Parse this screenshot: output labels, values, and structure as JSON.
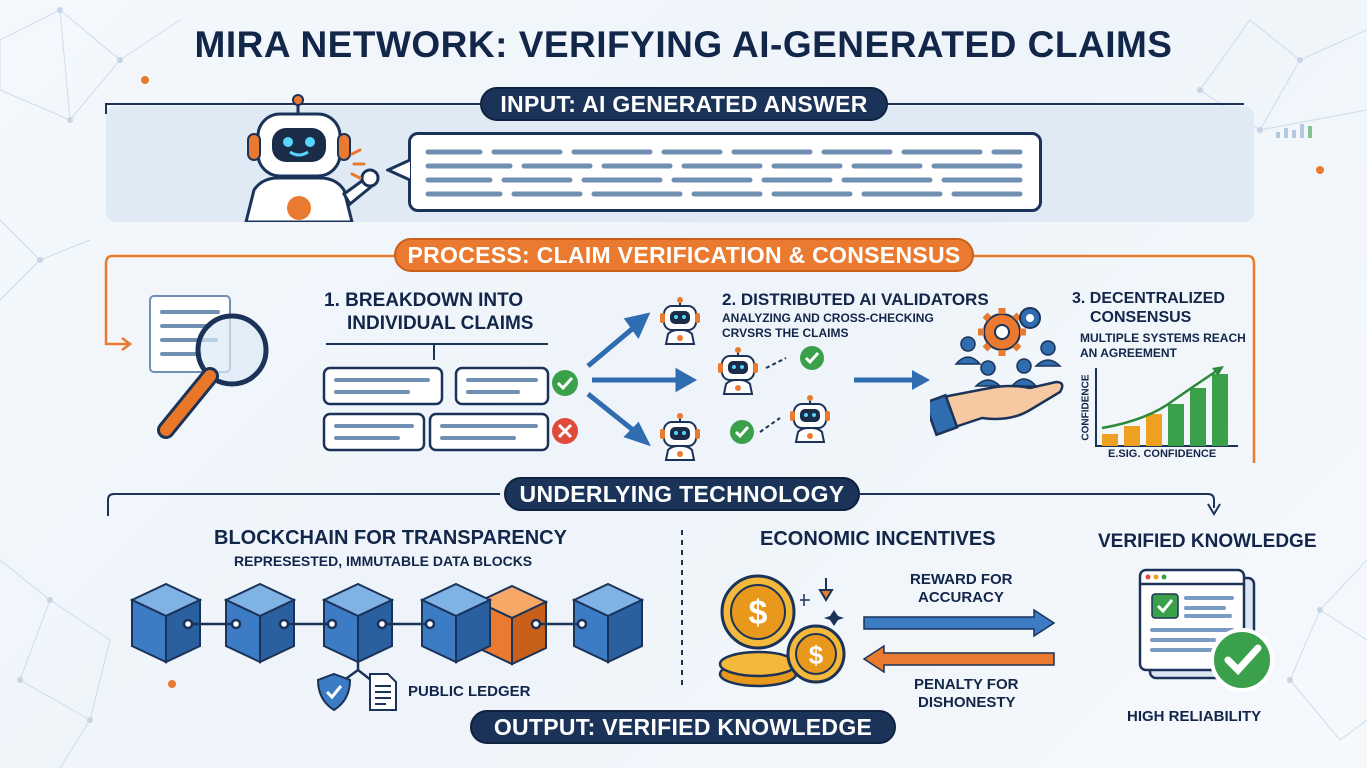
{
  "title": "MIRA NETWORK: VERIFYING AI-GENERATED CLAIMS",
  "input": {
    "label": "INPUT: AI GENERATED ANSWER"
  },
  "process": {
    "label": "PROCESS: CLAIM VERIFICATION & CONSENSUS",
    "step1": {
      "title_line1": "1. BREAKDOWN INTO",
      "title_line2": "INDIVIDUAL CLAIMS"
    },
    "step2": {
      "title": "2. DISTRIBUTED AI VALIDATORS",
      "desc_line1": "ANALYZING AND CROSS-CHECKING",
      "desc_line2": "CRVSRS THE CLAIMS"
    },
    "step3": {
      "title_line1": "3. DECENTRALIZED",
      "title_line2": "CONSENSUS",
      "desc_line1": "MULTIPLE SYSTEMS REACH",
      "desc_line2": "AN AGREEMENT",
      "chart_ylabel": "CONFIDENCE",
      "chart_xlabel": "E.SIG. CONFIDENCE"
    }
  },
  "technology": {
    "label": "UNDERLYING TECHNOLOGY",
    "blockchain": {
      "title": "BLOCKCHAIN FOR TRANSPARENCY",
      "subtitle": "REPRESESTED, IMMUTABLE DATA BLOCKS",
      "ledger_label": "PUBLIC LEDGER"
    },
    "economics": {
      "title": "ECONOMIC INCENTIVES",
      "reward_line1": "REWARD FOR",
      "reward_line2": "ACCURACY",
      "penalty_line1": "PENALTY FOR",
      "penalty_line2": "DISHONESTY"
    },
    "verified": {
      "title": "VERIFIED KNOWLEDGE",
      "caption": "HIGH RELIABILITY"
    }
  },
  "output": {
    "label": "OUTPUT: VERIFIED KNOWLEDGE"
  },
  "colors": {
    "navy": "#1b3358",
    "orange": "#ea7a30",
    "blue": "#3b7cc4",
    "green": "#3aa14a",
    "red": "#e04a3a",
    "gold": "#f0a020"
  },
  "icons": [
    "robot-icon",
    "magnifier-icon",
    "check-icon",
    "cross-icon",
    "gears-icon",
    "hand-icon",
    "shield-icon",
    "document-icon",
    "coin-icon",
    "browser-icon"
  ]
}
